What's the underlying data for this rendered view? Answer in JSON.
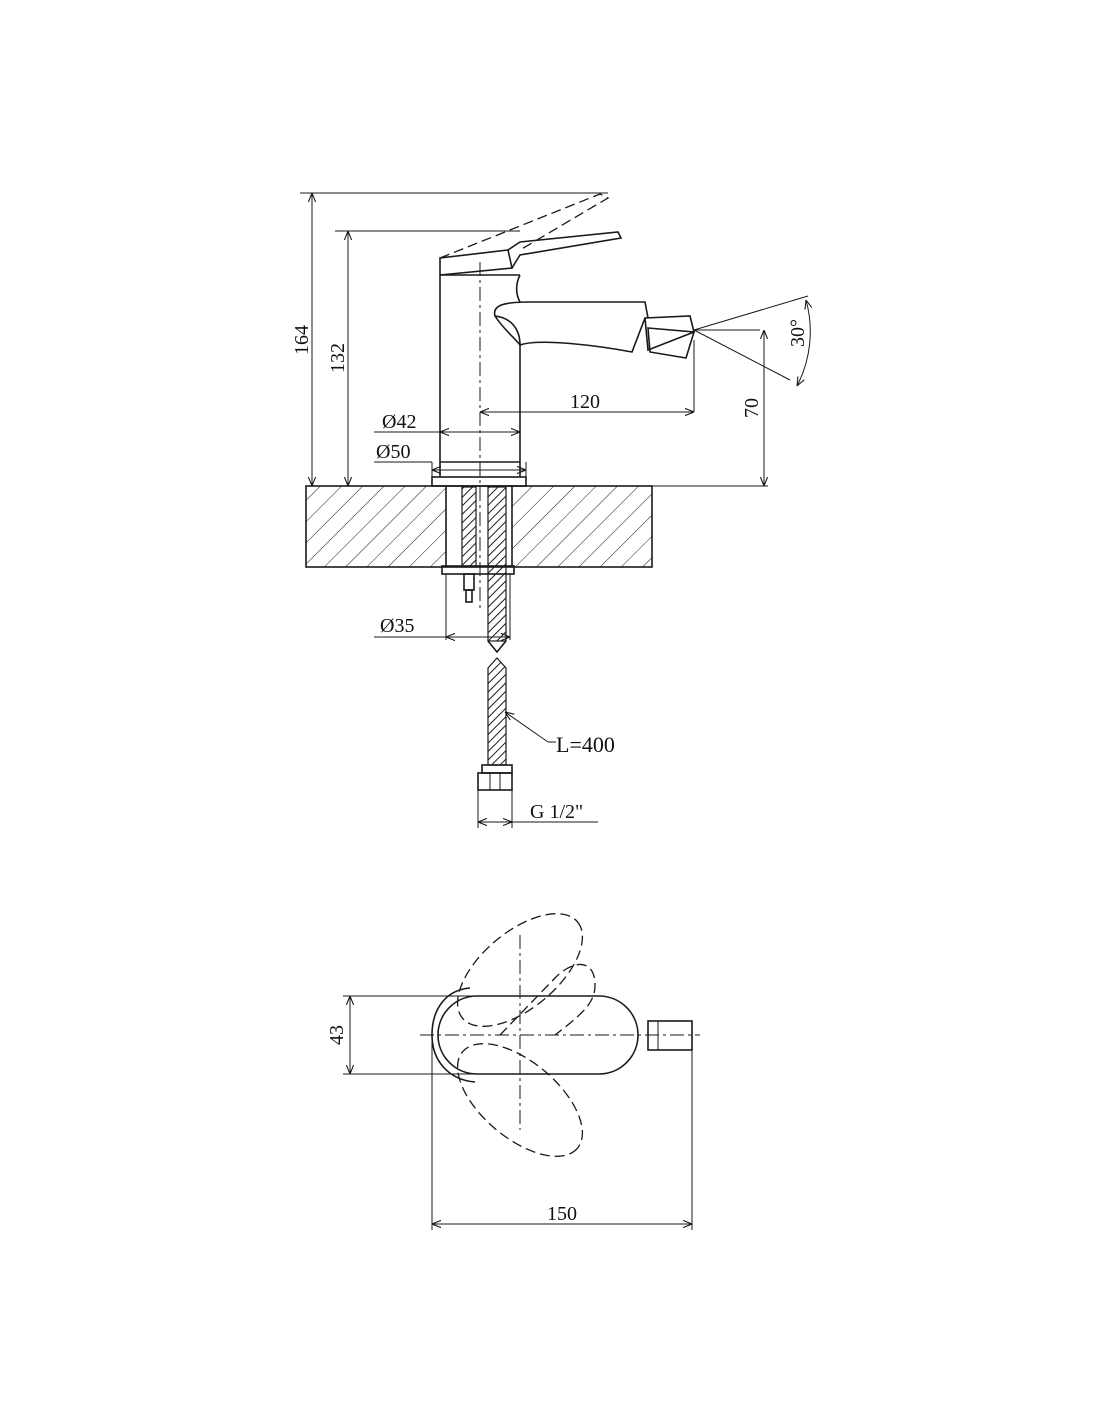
{
  "dimensions": {
    "height_total": "164",
    "height_spout": "132",
    "spout_reach": "120",
    "spout_height": "70",
    "spray_angle": "30°",
    "body_diameter": "Ø42",
    "base_diameter": "Ø50",
    "hole_diameter": "Ø35",
    "hose_length": "L=400",
    "connection_thread": "G 1/2\"",
    "top_width": "43",
    "top_length": "150"
  },
  "colors": {
    "line": "#1a1a1a",
    "background": "#ffffff"
  }
}
